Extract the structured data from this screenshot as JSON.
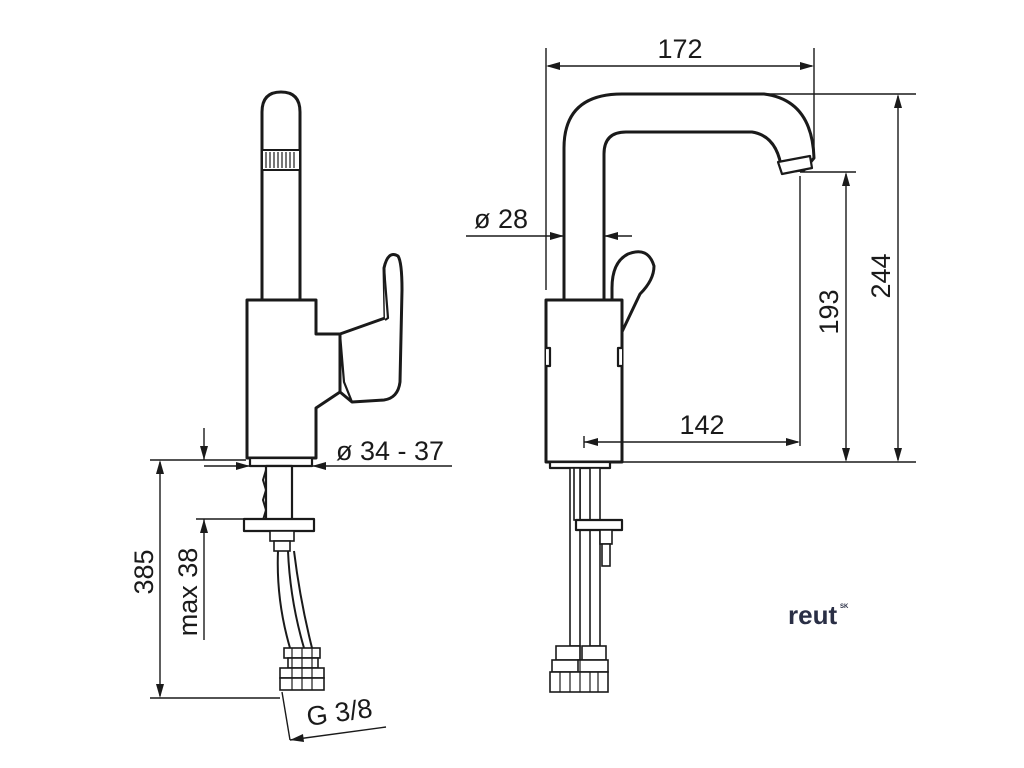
{
  "dimensions": {
    "spout_reach": "172",
    "total_height": "244",
    "outlet_height": "193",
    "handle_reach": "142",
    "spout_diameter": "ø 28",
    "hole_diameter": "ø 34 - 37",
    "total_length": "385",
    "max_thickness": "max 38",
    "connection": "G 3/8"
  },
  "brand": {
    "logo": "reut",
    "logo_sup": "SK"
  },
  "colors": {
    "line": "#1a1a1a",
    "logo": "#2a2f45"
  }
}
